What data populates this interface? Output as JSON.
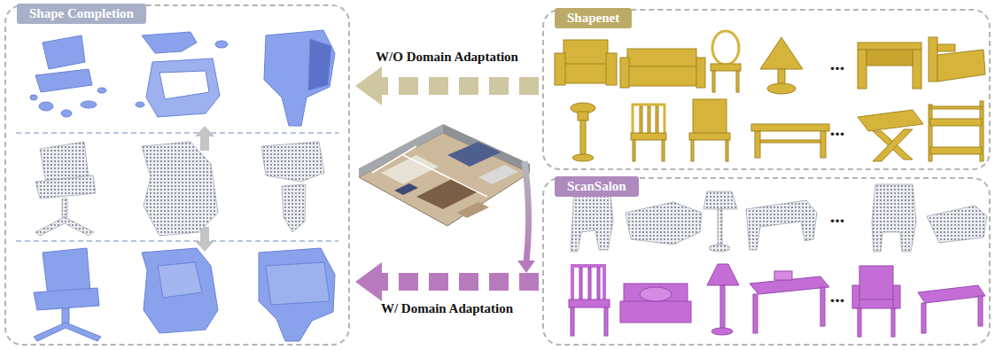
{
  "diagram": {
    "nodes": [
      {
        "text": [
          "Shape Completion"
        ]
      },
      {
        "text": [
          "Shapenet"
        ]
      },
      {
        "text": [
          "ScanSalon"
        ]
      }
    ],
    "edges": [
      {
        "from": 1,
        "to": 0,
        "arrow": "to",
        "label": "W/O Domain Adaptation"
      },
      {
        "from": 2,
        "to": 0,
        "arrow": "to",
        "label": "W/ Domain Adaptation"
      }
    ],
    "labels": [
      "...",
      "...",
      "...",
      "..."
    ]
  }
}
